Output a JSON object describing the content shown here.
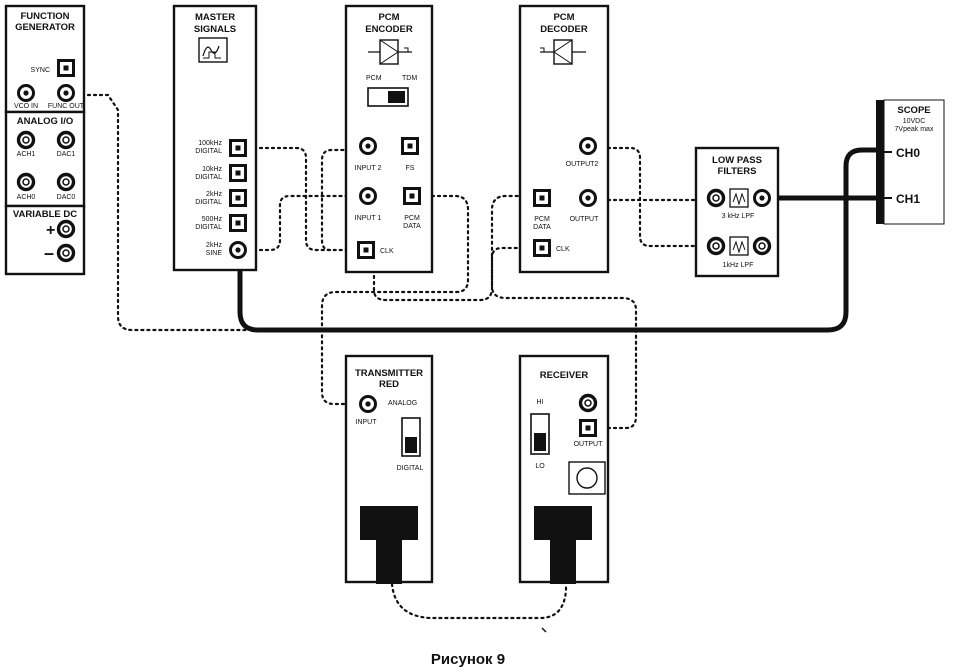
{
  "modules": {
    "function_generator": {
      "title_line1": "FUNCTION",
      "title_line2": "GENERATOR",
      "sync": "SYNC",
      "vco_in": "VCO IN",
      "func_out": "FUNC OUT",
      "analog_io": "ANALOG I/O",
      "ach1": "ACH1",
      "dac1": "DAC1",
      "ach0": "ACH0",
      "dac0": "DAC0",
      "variable_dc": "VARIABLE DC",
      "plus": "+",
      "minus": "–"
    },
    "master_signals": {
      "title_line1": "MASTER",
      "title_line2": "SIGNALS",
      "out_100khz_1": "100kHz",
      "out_100khz_2": "DIGITAL",
      "out_10khz_1": "10kHz",
      "out_10khz_2": "DIGITAL",
      "out_2khz_1": "2kHz",
      "out_2khz_2": "DIGITAL",
      "out_500hz_1": "500Hz",
      "out_500hz_2": "DIGITAL",
      "out_2khz_sine_1": "2kHz",
      "out_2khz_sine_2": "SINE"
    },
    "pcm_encoder": {
      "title_line1": "PCM",
      "title_line2": "ENCODER",
      "pcm": "PCM",
      "tdm": "TDM",
      "input2": "INPUT 2",
      "fs": "FS",
      "input1": "INPUT 1",
      "pcm_data_1": "PCM",
      "pcm_data_2": "DATA",
      "clk": "CLK"
    },
    "pcm_decoder": {
      "title_line1": "PCM",
      "title_line2": "DECODER",
      "output2": "OUTPUT2",
      "pcm_data_1": "PCM",
      "pcm_data_2": "DATA",
      "output": "OUTPUT",
      "clk": "CLK"
    },
    "low_pass_filters": {
      "title_line1": "LOW PASS",
      "title_line2": "FILTERS",
      "lpf3": "3 kHz LPF",
      "lpf1": "1kHz LPF"
    },
    "scope": {
      "title": "SCOPE",
      "sub1": "10VDC",
      "sub2": "7Vpeak max",
      "ch0": "CH0",
      "ch1": "CH1"
    },
    "transmitter": {
      "title_line1": "TRANSMITTER",
      "title_line2": "RED",
      "input": "INPUT",
      "analog": "ANALOG",
      "digital": "DIGITAL"
    },
    "receiver": {
      "title": "RECEIVER",
      "hi": "HI",
      "lo": "LO",
      "output": "OUTPUT"
    }
  },
  "caption": "Рисунок 9"
}
